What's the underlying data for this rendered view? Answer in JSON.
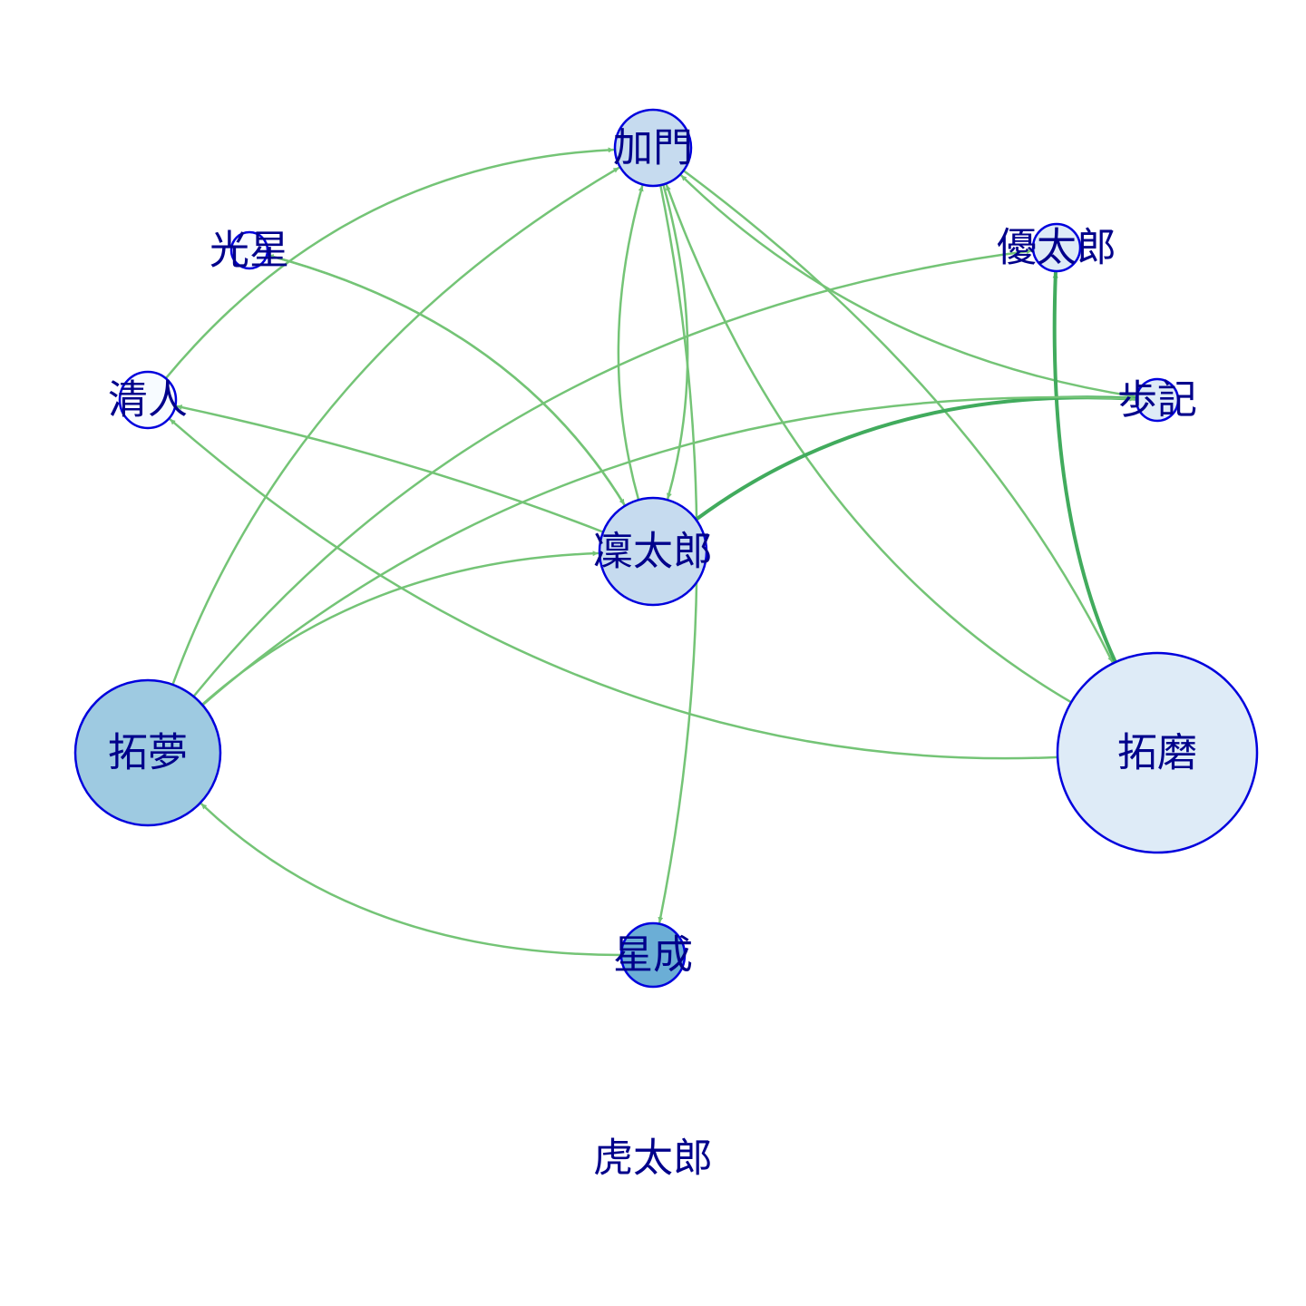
{
  "colors": {
    "edge": "#74c476",
    "edge_strong": "#41ab5d",
    "node_stroke": "#0000dd",
    "label": "#00008b"
  },
  "nodes": [
    {
      "id": "kamon",
      "label": "加門",
      "fill": "#c6dbef"
    },
    {
      "id": "yutaro",
      "label": "優太郎",
      "fill": "#deebf7"
    },
    {
      "id": "ayuki",
      "label": "歩記",
      "fill": "#deebf7"
    },
    {
      "id": "takuma",
      "label": "拓磨",
      "fill": "#deebf7"
    },
    {
      "id": "seisei",
      "label": "星成",
      "fill": "#6baed6"
    },
    {
      "id": "kotaro",
      "label": "虎太郎",
      "fill": "#ffffff"
    },
    {
      "id": "takumu",
      "label": "拓夢",
      "fill": "#9ecae1"
    },
    {
      "id": "kiyoto",
      "label": "清人",
      "fill": "#f7fbff"
    },
    {
      "id": "kosei",
      "label": "光星",
      "fill": "#f7fbff"
    },
    {
      "id": "rintaro",
      "label": "凜太郎",
      "fill": "#c6dbef"
    }
  ],
  "edges": [
    {
      "from": "kiyoto",
      "to": "kamon",
      "weight": 1
    },
    {
      "from": "takumu",
      "to": "kamon",
      "weight": 1
    },
    {
      "from": "rintaro",
      "to": "kamon",
      "weight": 1
    },
    {
      "from": "kamon",
      "to": "rintaro",
      "weight": 1
    },
    {
      "from": "kamon",
      "to": "seisei",
      "weight": 1
    },
    {
      "from": "kamon",
      "to": "takuma",
      "weight": 1
    },
    {
      "from": "takuma",
      "to": "kamon",
      "weight": 1
    },
    {
      "from": "ayuki",
      "to": "kamon",
      "weight": 1
    },
    {
      "from": "takumu",
      "to": "yutaro",
      "weight": 1
    },
    {
      "from": "takuma",
      "to": "yutaro",
      "weight": 3
    },
    {
      "from": "rintaro",
      "to": "ayuki",
      "weight": 3
    },
    {
      "from": "takumu",
      "to": "ayuki",
      "weight": 1
    },
    {
      "from": "rintaro",
      "to": "kiyoto",
      "weight": 1
    },
    {
      "from": "takuma",
      "to": "kiyoto",
      "weight": 1
    },
    {
      "from": "rintaro",
      "to": "kosei",
      "weight": 1
    },
    {
      "from": "kosei",
      "to": "rintaro",
      "weight": 1
    },
    {
      "from": "takumu",
      "to": "rintaro",
      "weight": 1
    },
    {
      "from": "seisei",
      "to": "takumu",
      "weight": 1
    }
  ]
}
